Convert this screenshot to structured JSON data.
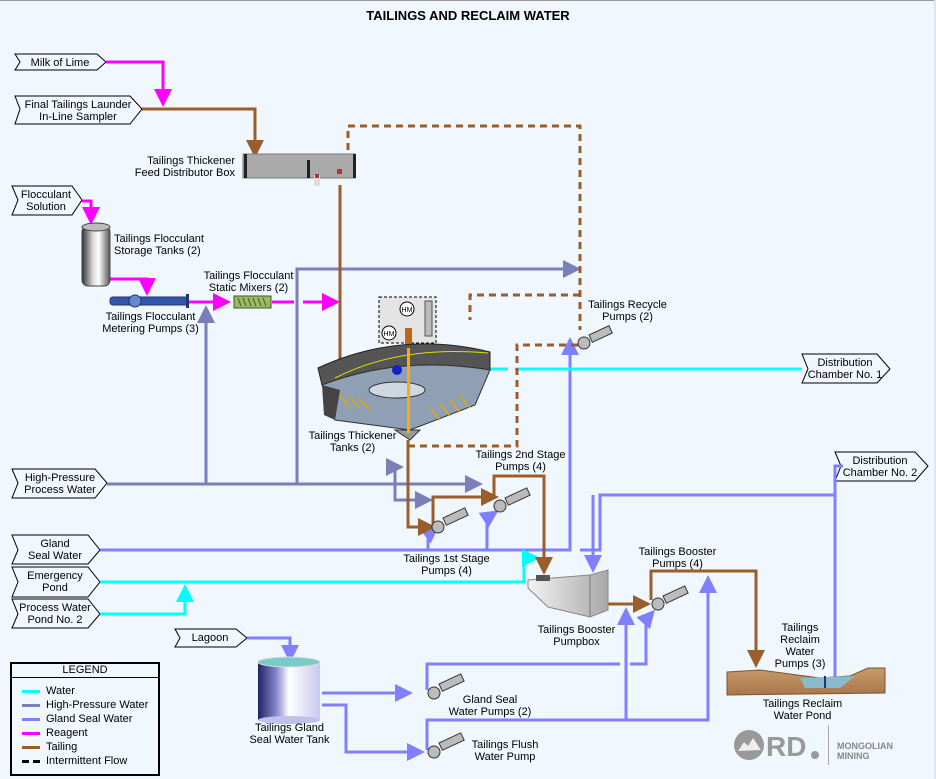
{
  "title": "TAILINGS AND RECLAIM WATER",
  "colors": {
    "water": "#00ffff",
    "high_pressure_water": "#7b7fb8",
    "gland_seal_water": "#8080ff",
    "reagent": "#ff00ff",
    "tailing": "#9a5e2a",
    "intermittent": "#000000",
    "background": "#f0f7ff"
  },
  "sources": {
    "milk_of_lime": "Milk of Lime",
    "final_tailings_launder": [
      "Final Tailings Launder",
      "In-Line Sampler"
    ],
    "flocculant_solution": [
      "Flocculant",
      "Solution"
    ],
    "high_pressure_process_water": [
      "High-Pressure",
      "Process Water"
    ],
    "gland_seal_water": [
      "Gland",
      "Seal Water"
    ],
    "emergency_pond": [
      "Emergency",
      "Pond"
    ],
    "process_water_pond_2": [
      "Process Water",
      "Pond No. 2"
    ],
    "lagoon": "Lagoon",
    "distribution_chamber_1": [
      "Distribution",
      "Chamber No. 1"
    ],
    "distribution_chamber_2": [
      "Distribution",
      "Chamber No. 2"
    ]
  },
  "equipment": {
    "feed_distributor_box": [
      "Tailings Thickener",
      "Feed Distributor Box"
    ],
    "flocculant_storage_tanks": [
      "Tailings Flocculant",
      "Storage Tanks (2)"
    ],
    "flocculant_static_mixers": [
      "Tailings Flocculant",
      "Static Mixers (2)"
    ],
    "flocculant_metering_pumps": [
      "Tailings Flocculant",
      "Metering Pumps (3)"
    ],
    "thickener_tanks": [
      "Tailings Thickener",
      "Tanks (2)"
    ],
    "recycle_pumps": [
      "Tailings Recycle",
      "Pumps (2)"
    ],
    "second_stage_pumps": [
      "Tailings 2nd Stage",
      "Pumps (4)"
    ],
    "first_stage_pumps": [
      "Tailings 1st Stage",
      "Pumps (4)"
    ],
    "booster_pumpbox": [
      "Tailings Booster",
      "Pumpbox"
    ],
    "booster_pumps": [
      "Tailings Booster",
      "Pumps (4)"
    ],
    "reclaim_water_pumps": [
      "Tailings",
      "Reclaim",
      "Water",
      "Pumps (3)"
    ],
    "reclaim_water_pond": [
      "Tailings Reclaim",
      "Water Pond"
    ],
    "gland_seal_water_tank": [
      "Tailings Gland",
      "Seal Water Tank"
    ],
    "gland_seal_water_pumps": [
      "Gland Seal",
      "Water Pumps (2)"
    ],
    "flush_water_pump": [
      "Tailings Flush",
      "Water Pump"
    ],
    "hm_label": "HM"
  },
  "legend": {
    "title": "LEGEND",
    "items": [
      {
        "label": "Water",
        "color": "#00ffff",
        "style": "solid"
      },
      {
        "label": "High-Pressure Water",
        "color": "#7b7fb8",
        "style": "solid"
      },
      {
        "label": "Gland Seal Water",
        "color": "#8080ff",
        "style": "solid"
      },
      {
        "label": "Reagent",
        "color": "#ff00ff",
        "style": "solid"
      },
      {
        "label": "Tailing",
        "color": "#9a5e2a",
        "style": "solid"
      },
      {
        "label": "Intermittent Flow",
        "color": "#000000",
        "style": "dashed"
      }
    ]
  },
  "logo": {
    "mark": "RD",
    "brand": "MONGOLIAN MINING"
  }
}
